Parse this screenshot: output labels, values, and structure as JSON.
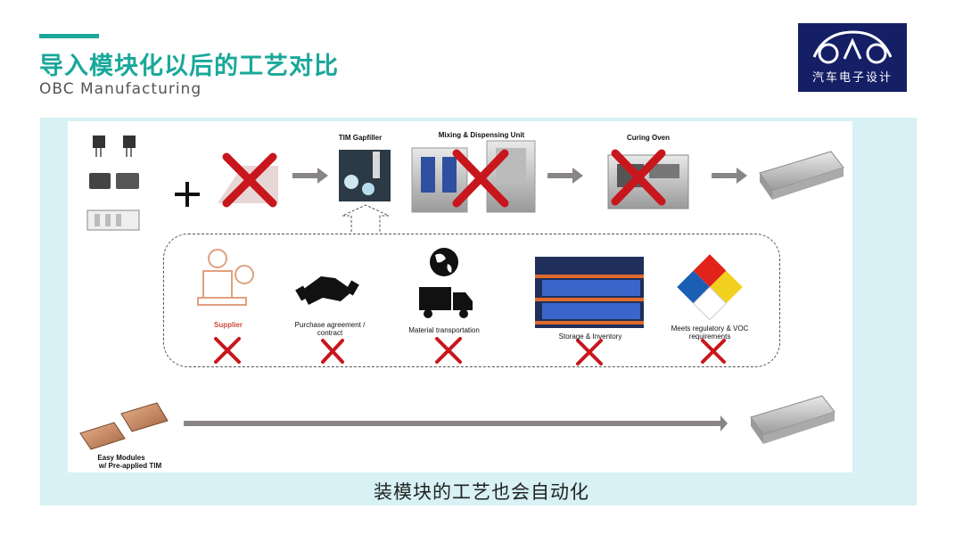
{
  "header": {
    "title": "导入模块化以后的工艺对比",
    "subtitle": "OBC   Manufacturing"
  },
  "logo": {
    "text": "汽车电子设计"
  },
  "process": {
    "tim_gapfiller": "TIM Gapfiller",
    "mixing_unit": "Mixing & Dispensing Unit",
    "curing_oven": "Curing Oven"
  },
  "supply_chain": {
    "supplier": "Supplier",
    "purchase": "Purchase agreement / contract",
    "transport": "Material transportation",
    "storage": "Storage & Inventory",
    "regulatory": "Meets regulatory & VOC requirements"
  },
  "easy_modules": {
    "line1": "Easy Modules",
    "line2": "w/ Pre-applied TIM"
  },
  "caption": "装模块的工艺也会自动化",
  "colors": {
    "accent": "#1aa89a",
    "cross": "#c8161d",
    "logo_bg": "#141f66",
    "panel": "#d7f1f4"
  }
}
